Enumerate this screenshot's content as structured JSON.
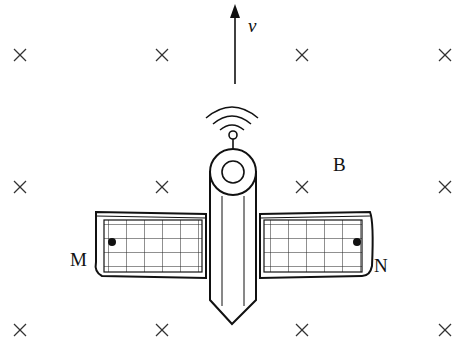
{
  "diagram": {
    "labels": [
      "v",
      "B",
      "M",
      "N"
    ]
  }
}
